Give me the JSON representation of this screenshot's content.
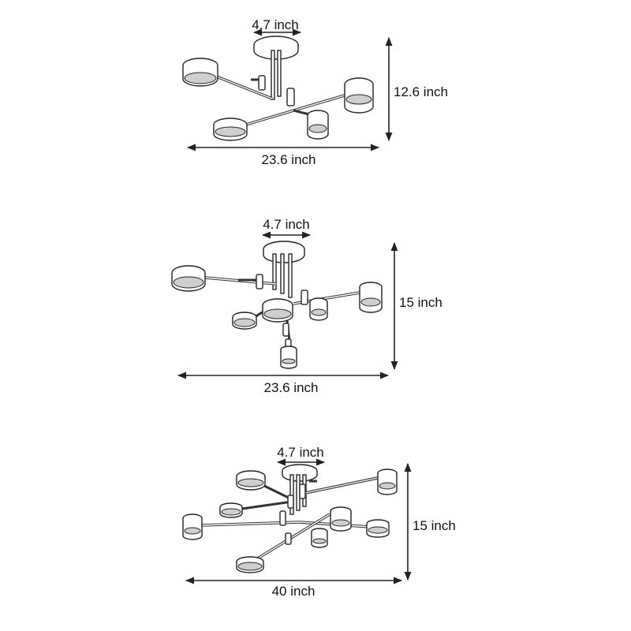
{
  "diagrams": [
    {
      "canopy_width": "4.7 inch",
      "height": "12.6 inch",
      "width": "23.6 inch"
    },
    {
      "canopy_width": "4.7 inch",
      "height": "15 inch",
      "width": "23.6 inch"
    },
    {
      "canopy_width": "4.7 inch",
      "height": "15 inch",
      "width": "40 inch"
    }
  ]
}
